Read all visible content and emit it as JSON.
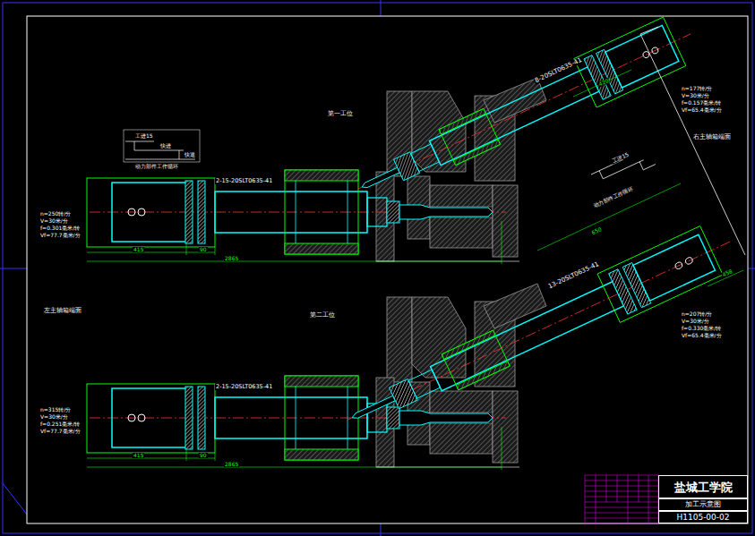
{
  "diagram": {
    "nodes": [
      {
        "text": [
          "盐城工学院"
        ]
      },
      {
        "text": [
          "加工示意图"
        ]
      },
      {
        "text": [
          "H1105-00-02"
        ]
      }
    ],
    "labels": [
      "第一工位",
      "第二工位",
      "左主轴箱端面",
      "右主轴箱端面",
      "2-15-20SLT0635-41",
      "2-15-20SLT0635-41",
      "8-20SLT0635-41",
      "13-20SLT0635-41",
      "n=250转/分",
      "V=30米/分",
      "f=0.301毫米/转",
      "Vf=77.7毫米/分",
      "n=315转/分",
      "V=30米/分",
      "f=0.251毫米/转",
      "Vf=77.7毫米/分",
      "n=177转/分",
      "V=30米/分",
      "f=0.157毫米/转",
      "Vf=65.4毫米/分",
      "n=207转/分",
      "V=30米/分",
      "f=0.330毫米/转",
      "Vf=65.4毫米/分",
      "415",
      "90",
      "2865",
      "415",
      "90",
      "2865",
      "工进15",
      "快进",
      "快退",
      "动力部件工作循环",
      "工进15",
      "动力部件工作循环",
      "420",
      "650",
      "458"
    ]
  }
}
